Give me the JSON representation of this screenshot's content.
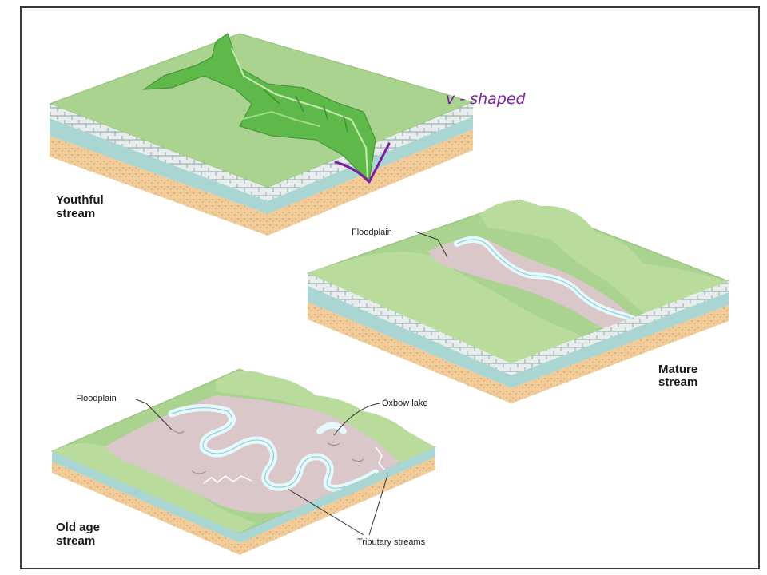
{
  "blocks": {
    "youthful": {
      "label_line1": "Youthful",
      "label_line2": "stream"
    },
    "mature": {
      "label_line1": "Mature",
      "label_line2": "stream",
      "floodplain_label": "Floodplain"
    },
    "old_age": {
      "label_line1": "Old age",
      "label_line2": "stream",
      "floodplain_label": "Floodplain",
      "oxbow_label": "Oxbow lake",
      "tributary_label": "Tributary streams"
    }
  },
  "annotation": {
    "handwritten_text": "v - shaped",
    "color": "#7a1fa0"
  },
  "colors": {
    "grass_top": "#a9d38e",
    "grass_light": "#c5e4ad",
    "grass_dark": "#5fb84a",
    "limestone": "#a9d5d2",
    "brick": "#ededed",
    "sand": "#f2cc98",
    "floodplain": "#d9c7c9",
    "water": "#e6f8fb"
  }
}
